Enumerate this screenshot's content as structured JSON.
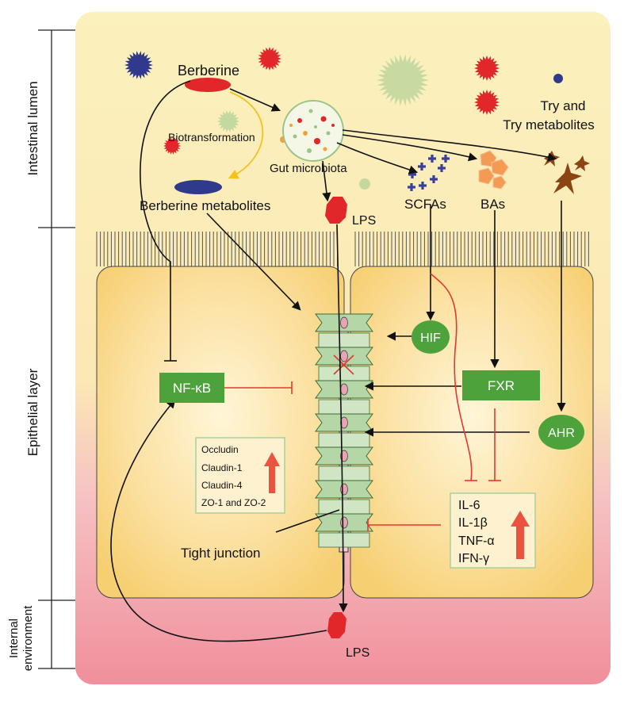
{
  "regions": {
    "lumen": "Intestinal lumen",
    "epithelial": "Epithelial layer",
    "internal_line1": "Internal",
    "internal_line2": "environment"
  },
  "molecules": {
    "berberine": "Berberine",
    "biotransformation": "Biotransformation",
    "gut_microbiota": "Gut microbiota",
    "berberine_metabolites": "Berberine metabolites",
    "lps_top": "LPS",
    "lps_bottom": "LPS",
    "scfas": "SCFAs",
    "bas": "BAs",
    "try_line1": "Try and",
    "try_line2": "Try metabolites"
  },
  "receptors": {
    "hif": "HIF",
    "fxr": "FXR",
    "ahr": "AHR",
    "nfkb": "NF-κB"
  },
  "tight_junction_proteins": [
    "Occludin",
    "Claudin-1",
    "Claudin-4",
    "ZO-1 and ZO-2"
  ],
  "cytokines": [
    "IL-6",
    "IL-1β",
    "TNF-α",
    "IFN-γ"
  ],
  "tight_junction_label": "Tight junction",
  "colors": {
    "receptor_green": "#4da23b",
    "inhibit_red": "#e8362f",
    "up_arrow": "#e9533f",
    "berberine_red": "#e2272a",
    "metabolite_blue": "#2f3a8c",
    "cell_fill": "#f8d98a",
    "lumen_fill": "#fbf0b3",
    "internal_fill": "#f09aa5"
  }
}
